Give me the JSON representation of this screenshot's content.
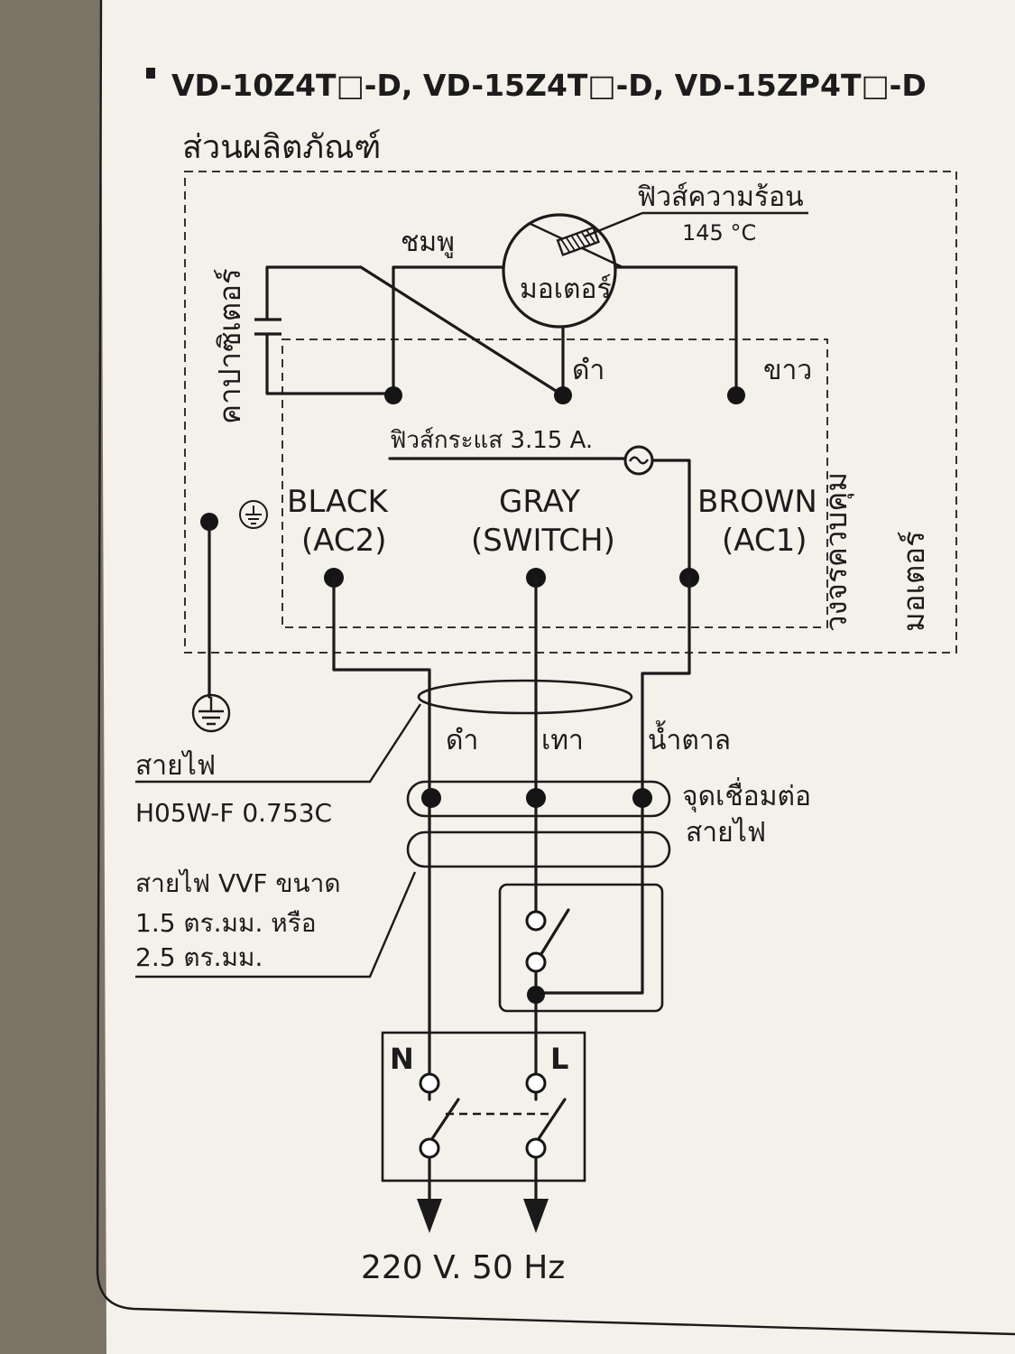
{
  "header": {
    "title": "VD-10Z4T□-D, VD-15Z4T□-D, VD-15ZP4T□-D",
    "product_section": "ส่วนผลิตภัณฑ์"
  },
  "motor_unit": {
    "thermal_fuse": "ฟิวส์ความร้อน",
    "thermal_fuse_temp": "145 °C",
    "motor": "มอเตอร์",
    "pink": "ชมพู",
    "black_wire": "ดำ",
    "white_wire": "ขาว",
    "capacitor": "คาปาซิเตอร์",
    "current_fuse": "ฟิวส์กระแส 3.15 A.",
    "control_circuit": "วงจรควบคุม",
    "control_circuit_2": "มอเตอร์"
  },
  "terminals": [
    {
      "name": "BLACK",
      "sub": "(AC2)"
    },
    {
      "name": "GRAY",
      "sub": "(SWITCH)"
    },
    {
      "name": "BROWN",
      "sub": "(AC1)"
    }
  ],
  "wire_colors": [
    "ดำ",
    "เทา",
    "น้ำตาล"
  ],
  "cable": {
    "label": "สายไฟ",
    "spec": "H05W-F 0.753C"
  },
  "connector": {
    "line1": "จุดเชื่อมต่อ",
    "line2": "สายไฟ"
  },
  "vvf": {
    "line1": "สายไฟ VVF ขนาด",
    "line2": "1.5 ตร.มม. หรือ",
    "line3": "2.5 ตร.มม."
  },
  "breaker": {
    "n": "N",
    "l": "L"
  },
  "supply": "220 V. 50 Hz",
  "colors": {
    "paper": "#f4f1ea",
    "ink": "#1a1a1a",
    "background": "#7b7366"
  }
}
